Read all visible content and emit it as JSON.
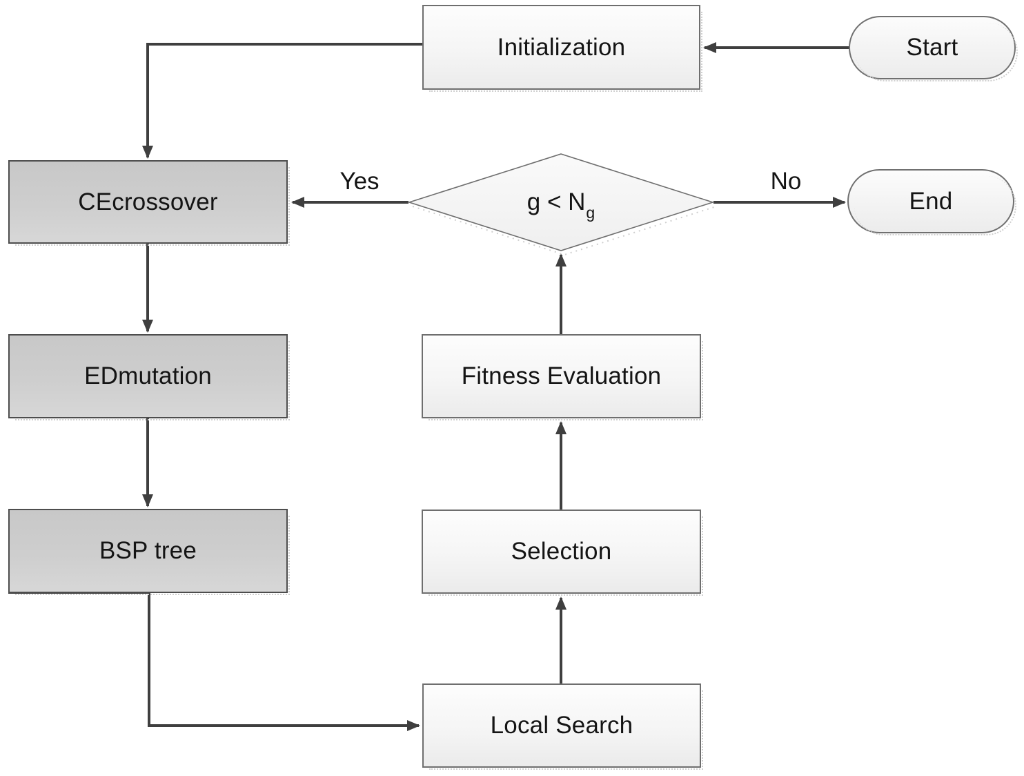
{
  "diagram": {
    "nodes": {
      "start": {
        "label": "Start",
        "shape": "terminator"
      },
      "initialization": {
        "label": "Initialization",
        "shape": "process"
      },
      "cecrossover": {
        "label": "CEcrossover",
        "shape": "process-highlight"
      },
      "edmutation": {
        "label": "EDmutation",
        "shape": "process-highlight"
      },
      "bsp_tree": {
        "label": "BSP tree",
        "shape": "process-highlight"
      },
      "decision": {
        "label_main": "g < N",
        "label_sub": "g",
        "shape": "decision"
      },
      "fitness_evaluation": {
        "label": "Fitness Evaluation",
        "shape": "process"
      },
      "selection": {
        "label": "Selection",
        "shape": "process"
      },
      "local_search": {
        "label": "Local Search",
        "shape": "process"
      },
      "end": {
        "label": "End",
        "shape": "terminator"
      }
    },
    "edge_labels": {
      "yes": "Yes",
      "no": "No"
    },
    "colors": {
      "connector": "#3f3f3f",
      "highlight_fill_top": "#c8c8c8",
      "highlight_fill_bottom": "#d7d7d7",
      "plain_fill_top": "#fdfdfd",
      "plain_fill_bottom": "#ebebeb",
      "border_dark": "#4d4d4d",
      "border_light": "#6e6e6e",
      "text": "#141414",
      "shadow_dots": "#cfcfcf"
    }
  }
}
